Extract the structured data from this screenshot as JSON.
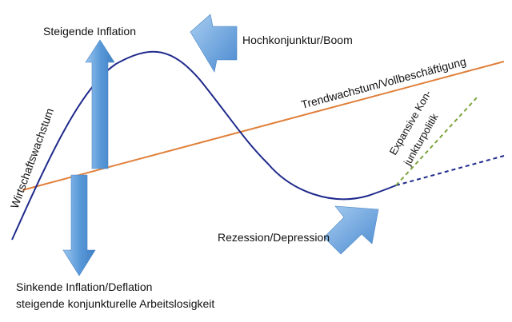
{
  "labels": {
    "rising_inflation": "Steigende Inflation",
    "boom": "Hochkonjunktur/Boom",
    "trend": "Trendwachstum/Vollbeschäftigung",
    "growth_axis": "Wirtschaftswachstum",
    "expansive_line1": "Expansive Kon-",
    "expansive_line2": "junkturpolitik",
    "recession": "Rezession/Depression",
    "deflation_line1": "Sinkende Inflation/Deflation",
    "deflation_line2": "steigende konjunkturelle Arbeitslosigkeit"
  },
  "colors": {
    "cycle_curve": "#1f2a8c",
    "trend_line": "#e0803a",
    "policy_line": "#7aa33a",
    "arrow_fill": "#6aa5e0"
  }
}
